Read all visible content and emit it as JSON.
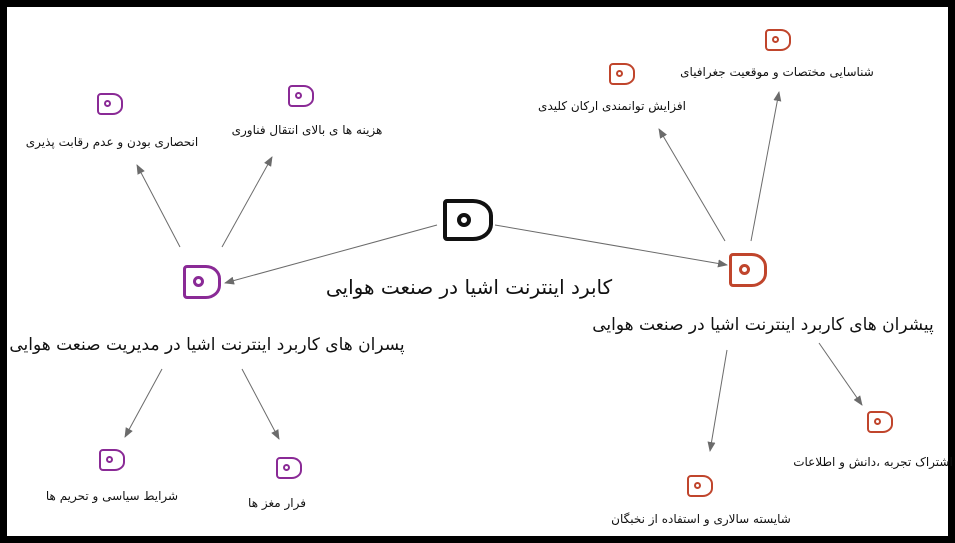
{
  "colors": {
    "center": "#111111",
    "drivers": "#c0452c",
    "barriers": "#8a2a96",
    "edge": "#6b6b6b"
  },
  "icons": {
    "node": "object-node-icon"
  },
  "center": {
    "label": "کابرد اینترنت اشیا در صنعت هوایی"
  },
  "drivers": {
    "label": "پیشران های کاربرد اینترنت اشیا در صنعت هوایی",
    "children": [
      "شناسایی مختصات و موقعیت جغرافیای",
      "افزایش توانمندی ارکان کلیدی",
      "اشتراک تجربه ،دانش و اطلاعات",
      "شایسته سالاری و استفاده از نخبگان"
    ]
  },
  "barriers": {
    "label": "پسران های کاربرد اینترنت اشیا در مدیریت صنعت هوایی",
    "children": [
      "انحصاری بودن و عدم رقابت پذیری",
      "هزینه ها ی بالای انتقال فناوری",
      "شرایط سیاسی و تحریم ها",
      "فرار مغز ها"
    ]
  }
}
